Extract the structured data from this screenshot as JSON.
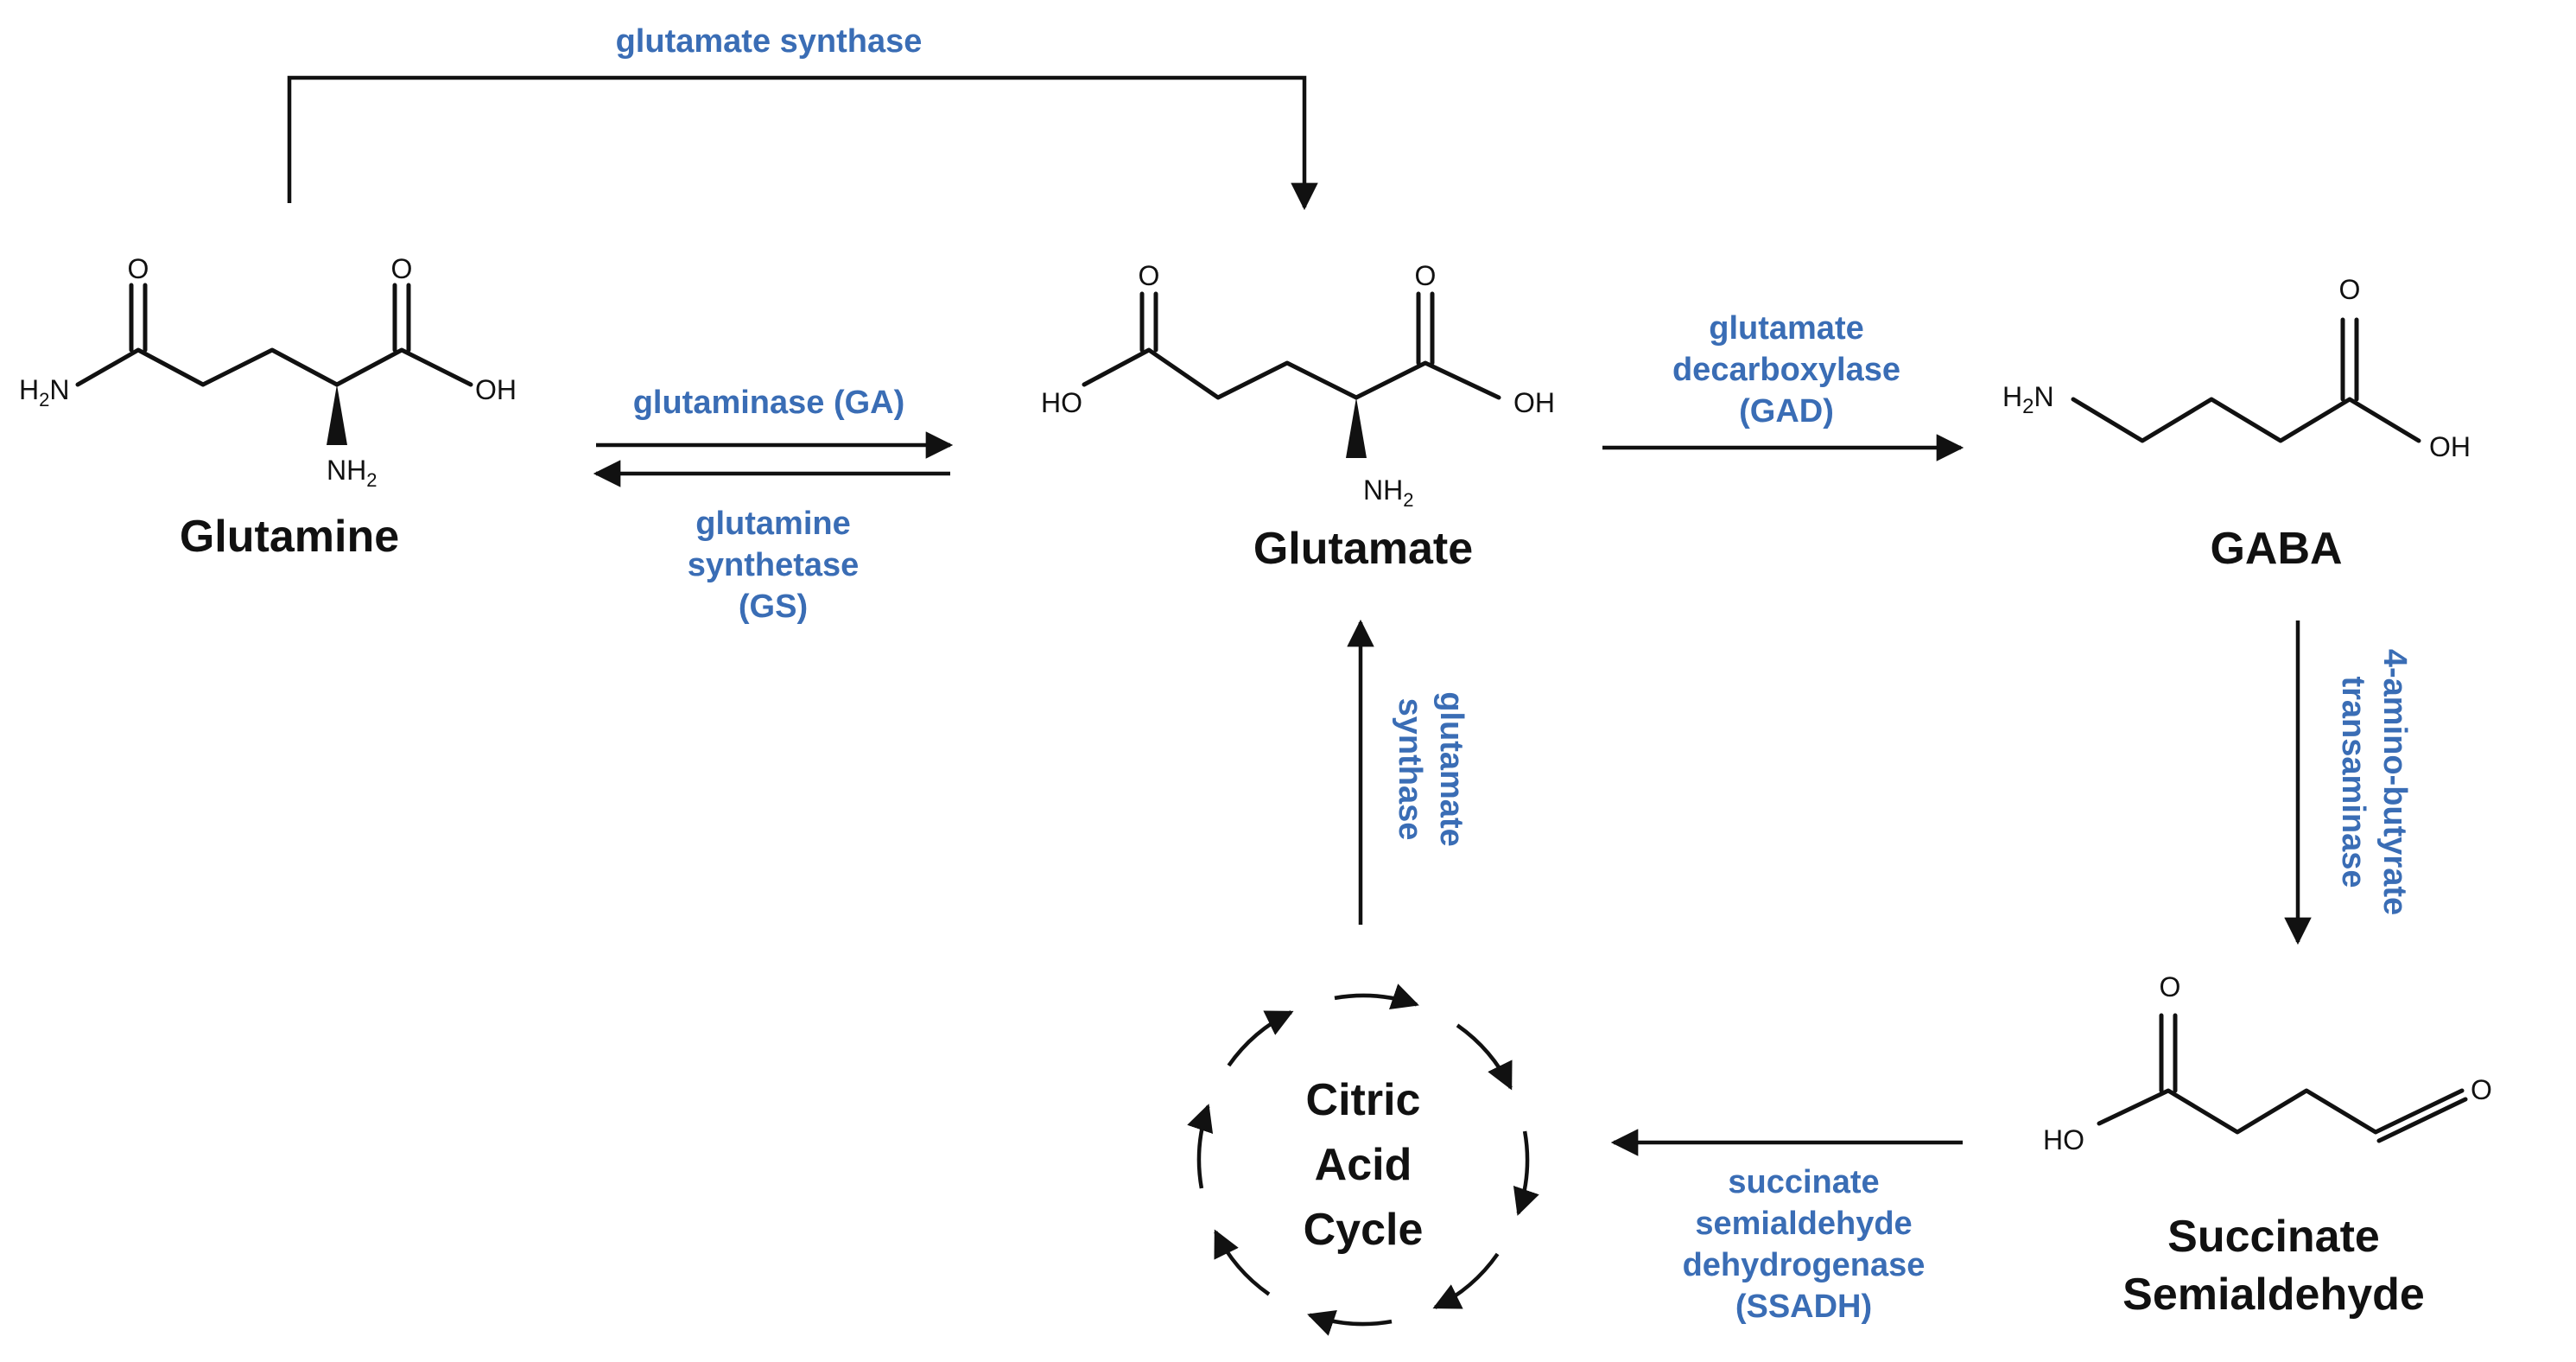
{
  "colors": {
    "enzyme": "#3a6db5",
    "compound": "#111111",
    "highlight": "#e3132c",
    "line": "#111111"
  },
  "compounds": {
    "glutamine": "Glutamine",
    "glutamate": "Glutamate",
    "gaba": "GABA",
    "ssa_line1": "Succinate",
    "ssa_line2": "Semialdehyde",
    "tca_line1": "Citric",
    "tca_line2": "Acid",
    "tca_line3": "Cycle"
  },
  "enzymes": {
    "glutamate_synthase_top": "glutamate synthase",
    "glutaminase": "glutaminase (GA)",
    "gs_line1": "glutamine",
    "gs_line2": "synthetase",
    "gs_line3": "(GS)",
    "gad_line1": "glutamate",
    "gad_line2": "decarboxylase",
    "gad_line3": "(GAD)",
    "gabat_line1": "4-amino-butyrate",
    "gabat_line2": "transaminase",
    "gsyn_line1": "glutamate",
    "gsyn_line2": "synthase",
    "ssadh_line1": "succinate",
    "ssadh_line2": "semialdehyde",
    "ssadh_line3": "dehydrogenase",
    "ssadh_line4": "(SSADH)"
  },
  "atoms": {
    "o": "O",
    "oh": "OH",
    "ho": "HO",
    "h2n_h": "H",
    "h2n_sub": "2",
    "h2n_n": "N",
    "nh2_nh": "NH",
    "nh2_sub": "2"
  }
}
